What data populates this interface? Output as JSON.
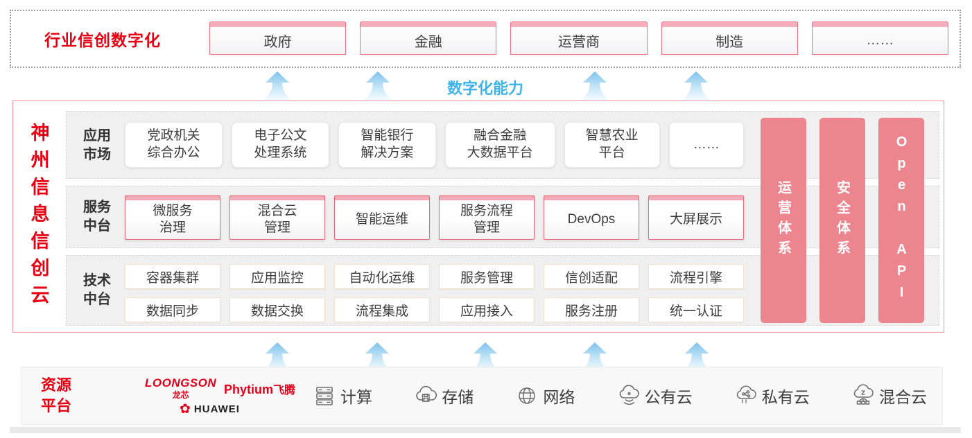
{
  "top": {
    "label": "行业信创数字化",
    "industries": [
      "政府",
      "金融",
      "运营商",
      "制造",
      "……"
    ]
  },
  "capability": {
    "label": "数字化能力"
  },
  "platform": {
    "title": "神州信息信创云",
    "rows": [
      {
        "label": "应用\n市场",
        "boxes": [
          "党政机关\n综合办公",
          "电子公文\n处理系统",
          "智能银行\n解决方案",
          "融合金融\n大数据平台",
          "智慧农业\n平台",
          "……"
        ]
      },
      {
        "label": "服务\n中台",
        "boxes": [
          "微服务\n治理",
          "混合云\n管理",
          "智能运维",
          "服务流程\n管理",
          "DevOps",
          "大屏展示"
        ]
      },
      {
        "label": "技术\n中台",
        "boxes_top": [
          "容器集群",
          "应用监控",
          "自动化运维",
          "服务管理",
          "信创适配",
          "流程引擎"
        ],
        "boxes_bottom": [
          "数据同步",
          "数据交换",
          "流程集成",
          "应用接入",
          "服务注册",
          "统一认证"
        ]
      }
    ],
    "side_bars": [
      "运营体系",
      "安全体系",
      "Open API"
    ]
  },
  "resources": {
    "label": "资源\n平台",
    "vendors": {
      "loongson": "LOONGSON",
      "loongson_sub": "龙芯",
      "phytium": "Phytium",
      "phytium_sub": "飞腾",
      "huawei": "HUAWEI"
    },
    "items": [
      {
        "icon": "compute-icon",
        "label": "计算"
      },
      {
        "icon": "storage-icon",
        "label": "存储"
      },
      {
        "icon": "network-icon",
        "label": "网络"
      },
      {
        "icon": "public-cloud-icon",
        "label": "公有云"
      },
      {
        "icon": "private-cloud-icon",
        "label": "私有云"
      },
      {
        "icon": "hybrid-cloud-icon",
        "label": "混合云"
      }
    ]
  },
  "colors": {
    "accent_red": "#e60012",
    "box_border_red": "#ee7283",
    "strip_pink": "#f6aebc",
    "bar_pink": "#ec858e",
    "capability_blue": "#3fb3e8",
    "row_gray": "#f0f0f0"
  }
}
